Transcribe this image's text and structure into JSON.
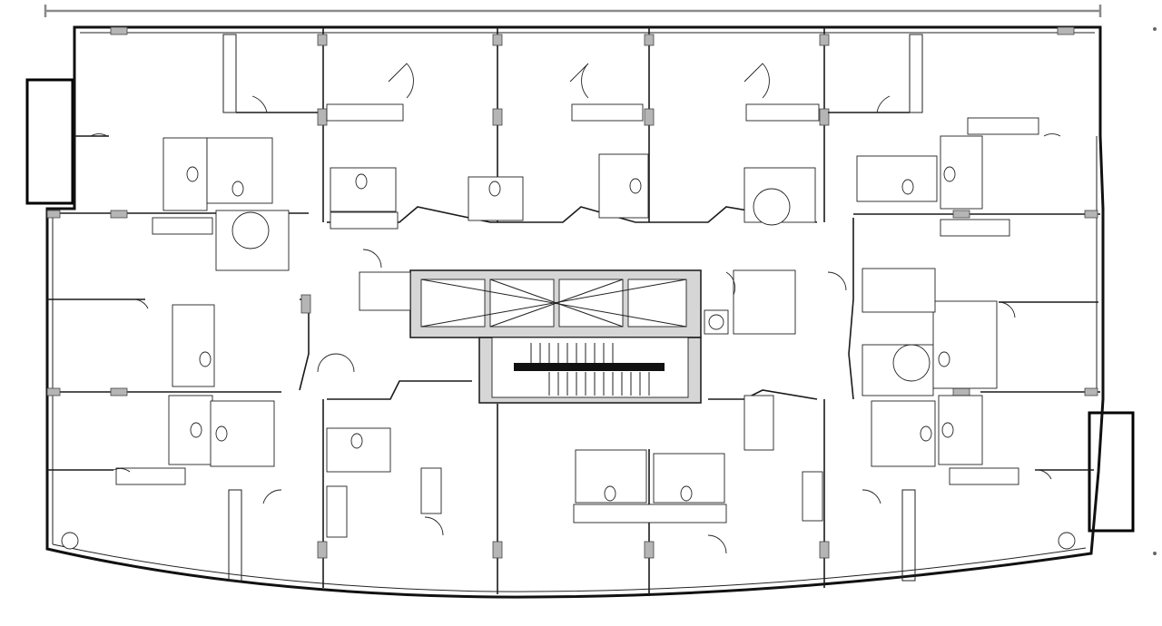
{
  "plan": {
    "stroke_color": "#1a1a1a",
    "column_color": "#b5b5b5",
    "core_fill": "#d6d6d6",
    "dimension_line_color": "#8a8a8a",
    "icons": [
      "dimension-line",
      "balcony",
      "elevator-core",
      "stair",
      "column",
      "toilet-fixture",
      "door-swing"
    ]
  }
}
